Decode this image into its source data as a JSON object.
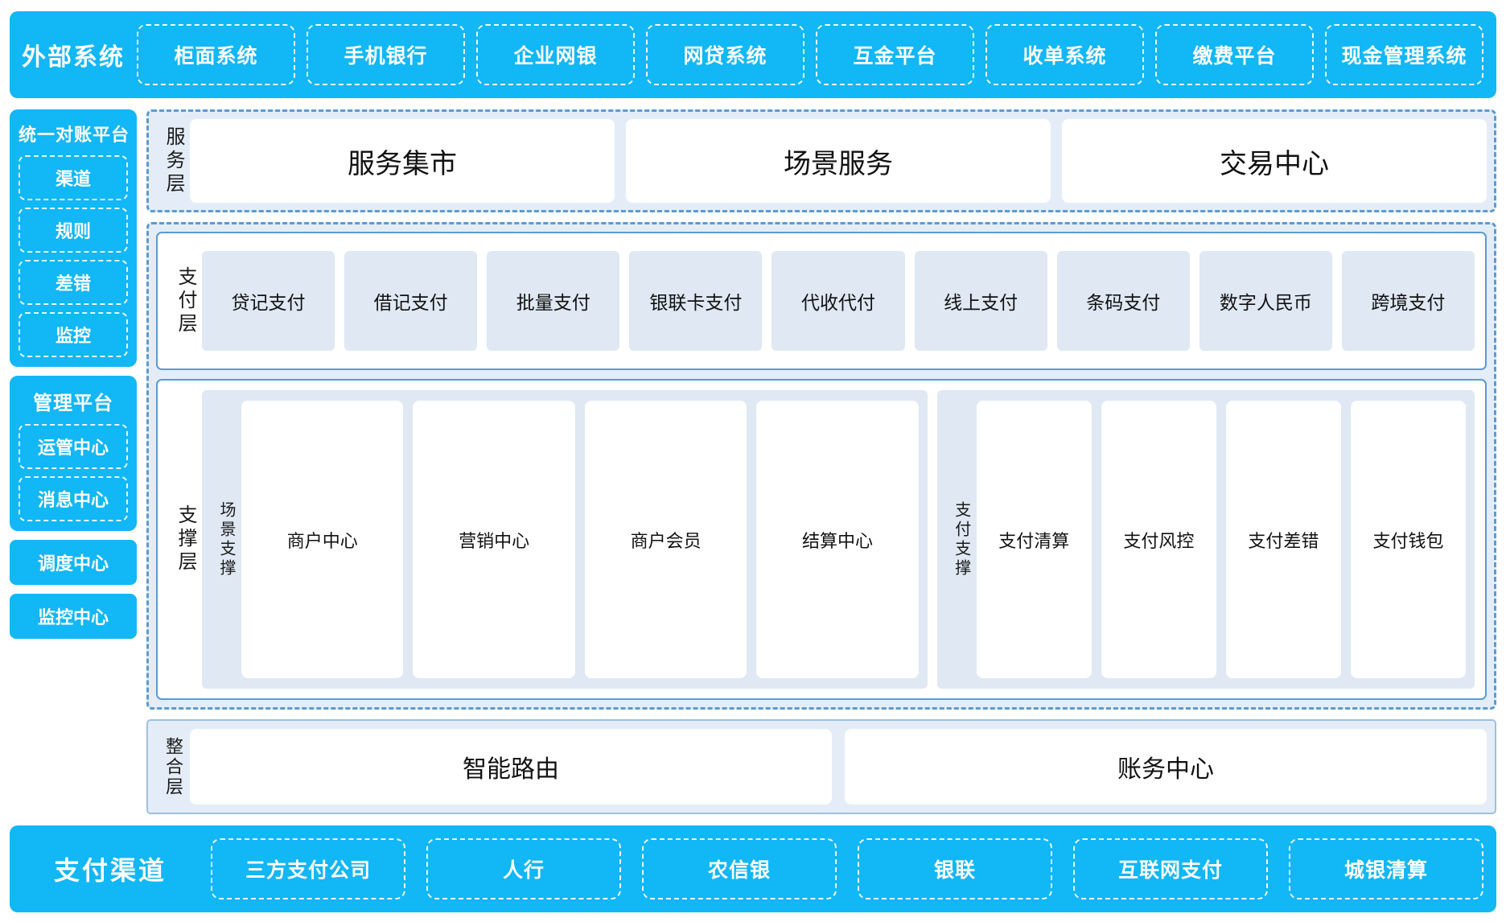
{
  "external": {
    "title": "外部系统",
    "items": [
      "柜面系统",
      "手机银行",
      "企业网银",
      "网贷系统",
      "互金平台",
      "收单系统",
      "缴费平台",
      "现金管理系统"
    ]
  },
  "rail": {
    "recon": {
      "title": "统一对账平台",
      "items": [
        "渠道",
        "规则",
        "差错",
        "监控"
      ]
    },
    "manage": {
      "title": "管理平台",
      "items": [
        "运管中心",
        "消息中心"
      ]
    },
    "standalone": [
      "调度中心",
      "监控中心"
    ]
  },
  "service_layer": {
    "label": "服务层",
    "cards": [
      "服务集市",
      "场景服务",
      "交易中心"
    ]
  },
  "payment_layer": {
    "label": "支付层",
    "tiles": [
      "贷记支付",
      "借记支付",
      "批量支付",
      "银联卡支付",
      "代收代付",
      "线上支付",
      "条码支付",
      "数字人民币",
      "跨境支付"
    ]
  },
  "support_layer": {
    "label": "支撑层",
    "groups": [
      {
        "label": "场景支撑",
        "tiles": [
          "商户中心",
          "营销中心",
          "商户会员",
          "结算中心"
        ]
      },
      {
        "label": "支付支撑",
        "tiles": [
          "支付清算",
          "支付风控",
          "支付差错",
          "支付钱包"
        ]
      }
    ]
  },
  "integration_layer": {
    "label": "整合层",
    "cards": [
      "智能路由",
      "账务中心"
    ]
  },
  "channels": {
    "title": "支付渠道",
    "items": [
      "三方支付公司",
      "人行",
      "农信银",
      "银联",
      "互联网支付",
      "城银清算"
    ]
  },
  "colors": {
    "brand_cyan": "#12b7f5",
    "dashed_blue": "#5b9bd5",
    "tile_blue": "#dfe8f3",
    "group_bg": "#e4edf7"
  }
}
